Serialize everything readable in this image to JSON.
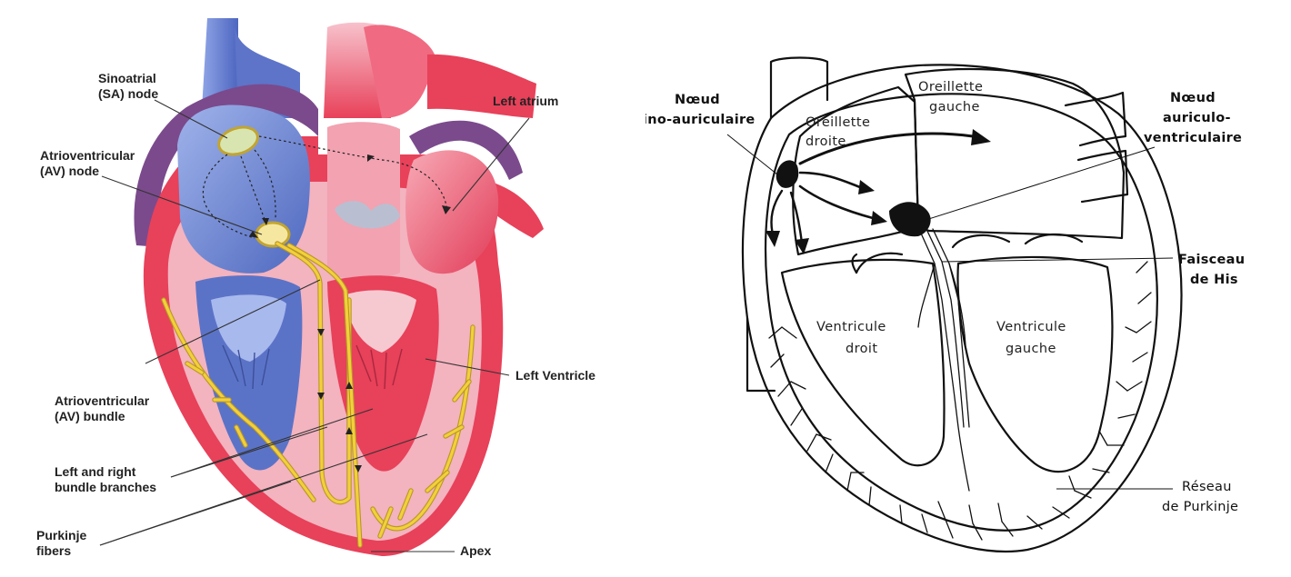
{
  "left_diagram": {
    "labels": {
      "sa_node": [
        "Sinoatrial",
        "(SA) node"
      ],
      "av_node": [
        "Atrioventricular",
        "(AV) node"
      ],
      "av_bundle": [
        "Atrioventricular",
        "(AV) bundle"
      ],
      "bundle_branches": [
        "Left and right",
        "bundle branches"
      ],
      "purkinje_fibers": [
        "Purkinje",
        "fibers"
      ],
      "left_atrium": "Left atrium",
      "left_ventricle": "Left Ventricle",
      "apex": "Apex"
    },
    "colors": {
      "muscle": "#e8415a",
      "muscle_light": "#f3b3bf",
      "right_chamber": "#6f86cf",
      "vessel_purple": "#7b4a8c",
      "conduction": "#f2d03a"
    }
  },
  "right_diagram": {
    "labels": {
      "noeud_sa": [
        "Nœud",
        "sino-auriculaire"
      ],
      "noeud_av": [
        "Nœud",
        "auriculo-",
        "ventriculaire"
      ],
      "faisceau_his": [
        "Faisceau",
        "de His"
      ],
      "reseau_purkinje": [
        "Réseau",
        "de Purkinje"
      ],
      "oreillette_droite": [
        "Oreillette",
        "droite"
      ],
      "oreillette_gauche": [
        "Oreillette",
        "gauche"
      ],
      "ventricule_droit": [
        "Ventricule",
        "droit"
      ],
      "ventricule_gauche": [
        "Ventricule",
        "gauche"
      ]
    }
  }
}
